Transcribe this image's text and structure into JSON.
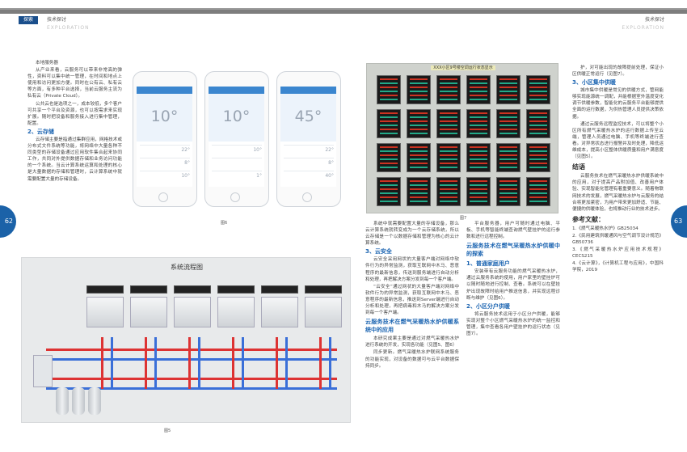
{
  "header": {
    "tag": "探索",
    "left_title": "技术探讨",
    "left_en": "EXPLORATION",
    "right_title": "技术探讨",
    "right_en": "EXPLORATION"
  },
  "page_numbers": {
    "left": "62",
    "right": "63"
  },
  "captions": {
    "fig6": "图6",
    "fig7": "图7",
    "fig5": "图5"
  },
  "monitor_title": "XXX小区9号楼空调运行状态显示",
  "system_title": "系统流程图",
  "phone_readings": [
    {
      "big": "10°",
      "rows": [
        "22°",
        "8°",
        "10°"
      ]
    },
    {
      "big": "10°",
      "rows": [
        "10°",
        "",
        "1°"
      ]
    },
    {
      "big": "45°",
      "rows": [
        "22°",
        "8°",
        "40°"
      ]
    }
  ],
  "col1": [
    {
      "t": "p",
      "s": "本地服务器"
    },
    {
      "t": "p",
      "s": "从产业来看，云服务可以带来非常高的弹性，资料可以集中统一管理，在时间和地点上使用和访问更加方便。同时在公有云、私有云等方面，有多种平台选择，当前云服务主流为私有云（Private Cloud）。"
    },
    {
      "t": "p",
      "s": "公共云也是选项之一，成本较低，多个客户可共享一个平台及资源，也可以按需求来实现扩展。随时把设备和服务接入进行集中管理，配置。"
    },
    {
      "t": "sub",
      "s": "2、云存储"
    },
    {
      "t": "p",
      "s": "云存储主要是指通过集群应用，网格技术或分布式文件系统等功能，将网络中大量各种不同类型的存储设备通过应用软件集合起来协同工作，共同对外提供数据存储和业务访问功能的一个系统。当云计算系统运算和处理的核心是大量数据的存储和管理时，云计算系统中就需要配置大量的存储设备。"
    }
  ],
  "col3": [
    {
      "t": "p",
      "s": "系统中就需要配置大量的存储设备，那么云计算系统就转变成为一个云存储系统，所以云存储是一个以数据存储和管理为核心的云计算系统。"
    },
    {
      "t": "sub",
      "s": "3、云安全"
    },
    {
      "t": "p",
      "s": "云安全采用网状的大量客户端对网络中软件行为的异常监测，获取互联网中木马、恶意程序的最新信息，传送到服务端进行自动分析和处理，再把解决方案分发到每一个客户端。"
    },
    {
      "t": "p",
      "s": "“云安全”通过网状的大量客户端对网络中软件行为的异常监测，获取互联网中木马、恶意程序的最新信息，推送到Server端进行自动分析和处理，再把病毒和木马的解决方案分发到每一个客户端。"
    },
    {
      "t": "h2",
      "s": "云服务技术在燃气采暖热水炉供暖系统中的应用"
    },
    {
      "t": "p",
      "s": "本研究成果主要是通过对燃气采暖热水炉进行系统的开发，实现各功能（见图5、图6）"
    },
    {
      "t": "p",
      "s": "同步更新。燃气采暖热水炉联网系统服务的功能实现，对设备的数据可与云平台数据保持同步。"
    }
  ],
  "col4": [
    {
      "t": "p",
      "s": "平台服务器，用户可随时通过电脑、平板、手机等智能终端查询燃气壁挂炉的运行参数和进行远程控制。"
    },
    {
      "t": "h2",
      "s": "云服务技术在燃气采暖热水炉供暖中的探索"
    },
    {
      "t": "sub",
      "s": "1、普通家庭用户"
    },
    {
      "t": "p",
      "s": "安装带有云服务功能的燃气采暖热水炉，通过云服务系统的使用，用户家里的壁挂炉可以随时随地进行控制、查看。系统可以在壁挂炉出现故障时给用户推送信息，并实现远程诊断与维护（见图6）。"
    },
    {
      "t": "sub",
      "s": "2、小区分户供暖"
    },
    {
      "t": "p",
      "s": "将云服务技术运用于小区分户供暖，能够实现对整个小区燃气采暖热水炉的统一监控和管理，集中查看各用户壁挂炉的运行状态（见图7）。"
    }
  ],
  "col5": [
    {
      "t": "p",
      "s": "护，对可能出现的故障提前处理，保证小区供暖正常运行（见图7）。"
    },
    {
      "t": "sub",
      "s": "3、小区集中供暖"
    },
    {
      "t": "p",
      "s": "城市集中供暖是常见的供暖方式，管网能够实现能源统一调配，并能根据室外温度变化调节供暖参数，智能化的云服务平台能够提供全面的运行数据，为供热管理人员提供决策依据。"
    },
    {
      "t": "p",
      "s": "通过云服务远程监控技术，可以将整个小区所有燃气采暖热水炉的运行数据上传至云端，管理人员通过电脑、手机等终端进行查看。对异常状态进行报警并及时处理，降低运维成本，提高小区整体供暖质量和用户满意度（见图5）。"
    },
    {
      "t": "kw",
      "s": "结语"
    },
    {
      "t": "p",
      "s": "云服务技术在燃气采暖热水炉供暖系统中的应用，对于提高产品附加值、改善用户体验、实现智能化管理有着重要意义。随着物联网技术的发展，燃气采暖热水炉与云服务的结合将更加紧密，为用户带来更加舒适、节能、便捷的供暖体验，也将推动行业的技术进步。"
    },
    {
      "t": "kw",
      "s": "参考文献："
    },
    {
      "t": "ref",
      "s": "1.《燃气采暖热水炉》GB25034"
    },
    {
      "t": "ref",
      "s": "2.《民用建筑供暖通风与空气调节设计规范》GB50736"
    },
    {
      "t": "ref",
      "s": "3.《燃气采暖热水炉应用技术规程》CECS215"
    },
    {
      "t": "ref",
      "s": "4.《云计算》，《计算机工程与应用》，中国科学院，2019"
    }
  ]
}
